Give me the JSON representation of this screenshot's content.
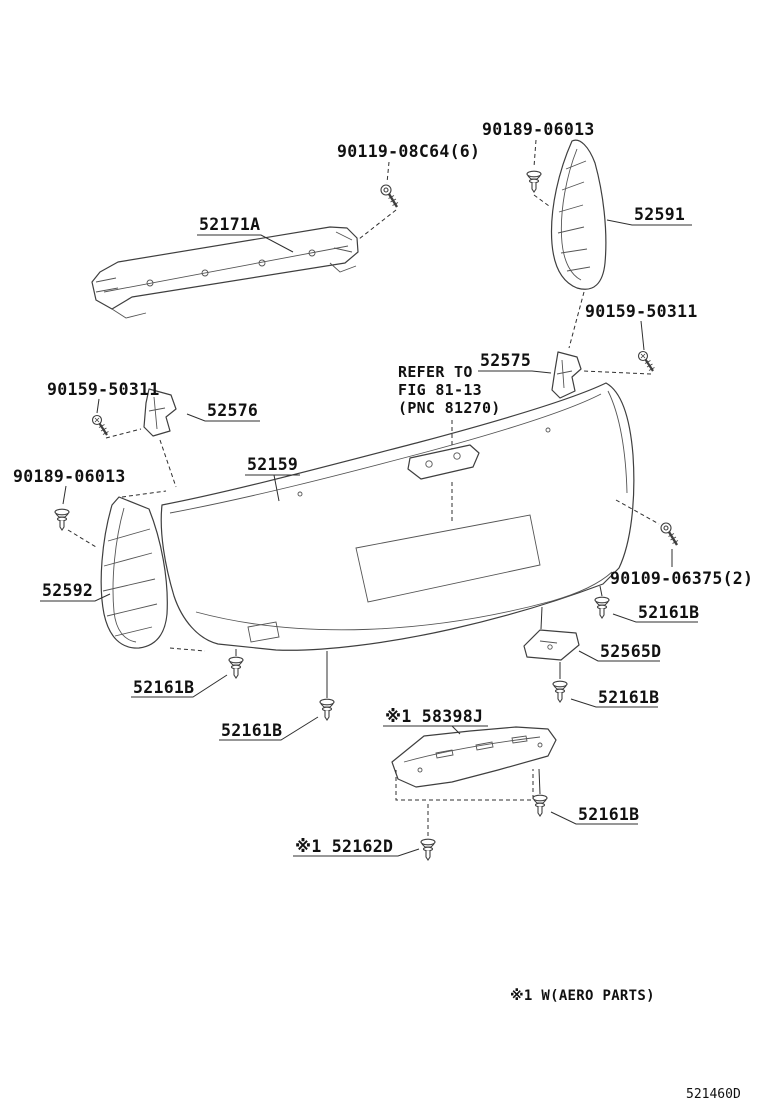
{
  "page": {
    "background": "#ffffff",
    "line_color": "#3f3f3f",
    "text_color": "#111111"
  },
  "labels": {
    "bolt_90119": "90119-08C64(6)",
    "clip_90189_rh": "90189-06013",
    "reinforcement_52171a": "52171A",
    "seal_52591": "52591",
    "screw_90159_rh": "90159-50311",
    "bracket_52575": "52575",
    "refer_line1": "REFER TO",
    "refer_line2": "FIG 81-13",
    "refer_line3": "(PNC 81270)",
    "screw_90159_lh": "90159-50311",
    "bracket_52576": "52576",
    "clip_90189_lh": "90189-06013",
    "bumper_52159": "52159",
    "seal_52592": "52592",
    "bolt_90109": "90109-06375(2)",
    "clip_52161b_a": "52161B",
    "bracket_52565d": "52565D",
    "clip_52161b_b": "52161B",
    "clip_52161b_c": "52161B",
    "clip_52161b_d": "52161B",
    "spoiler_58398j": "※1 58398J",
    "clip_52161b_e": "52161B",
    "clip_52162d": "※1 52162D",
    "footnote": "※1 W(AERO PARTS)",
    "diagram_code": "521460D"
  }
}
